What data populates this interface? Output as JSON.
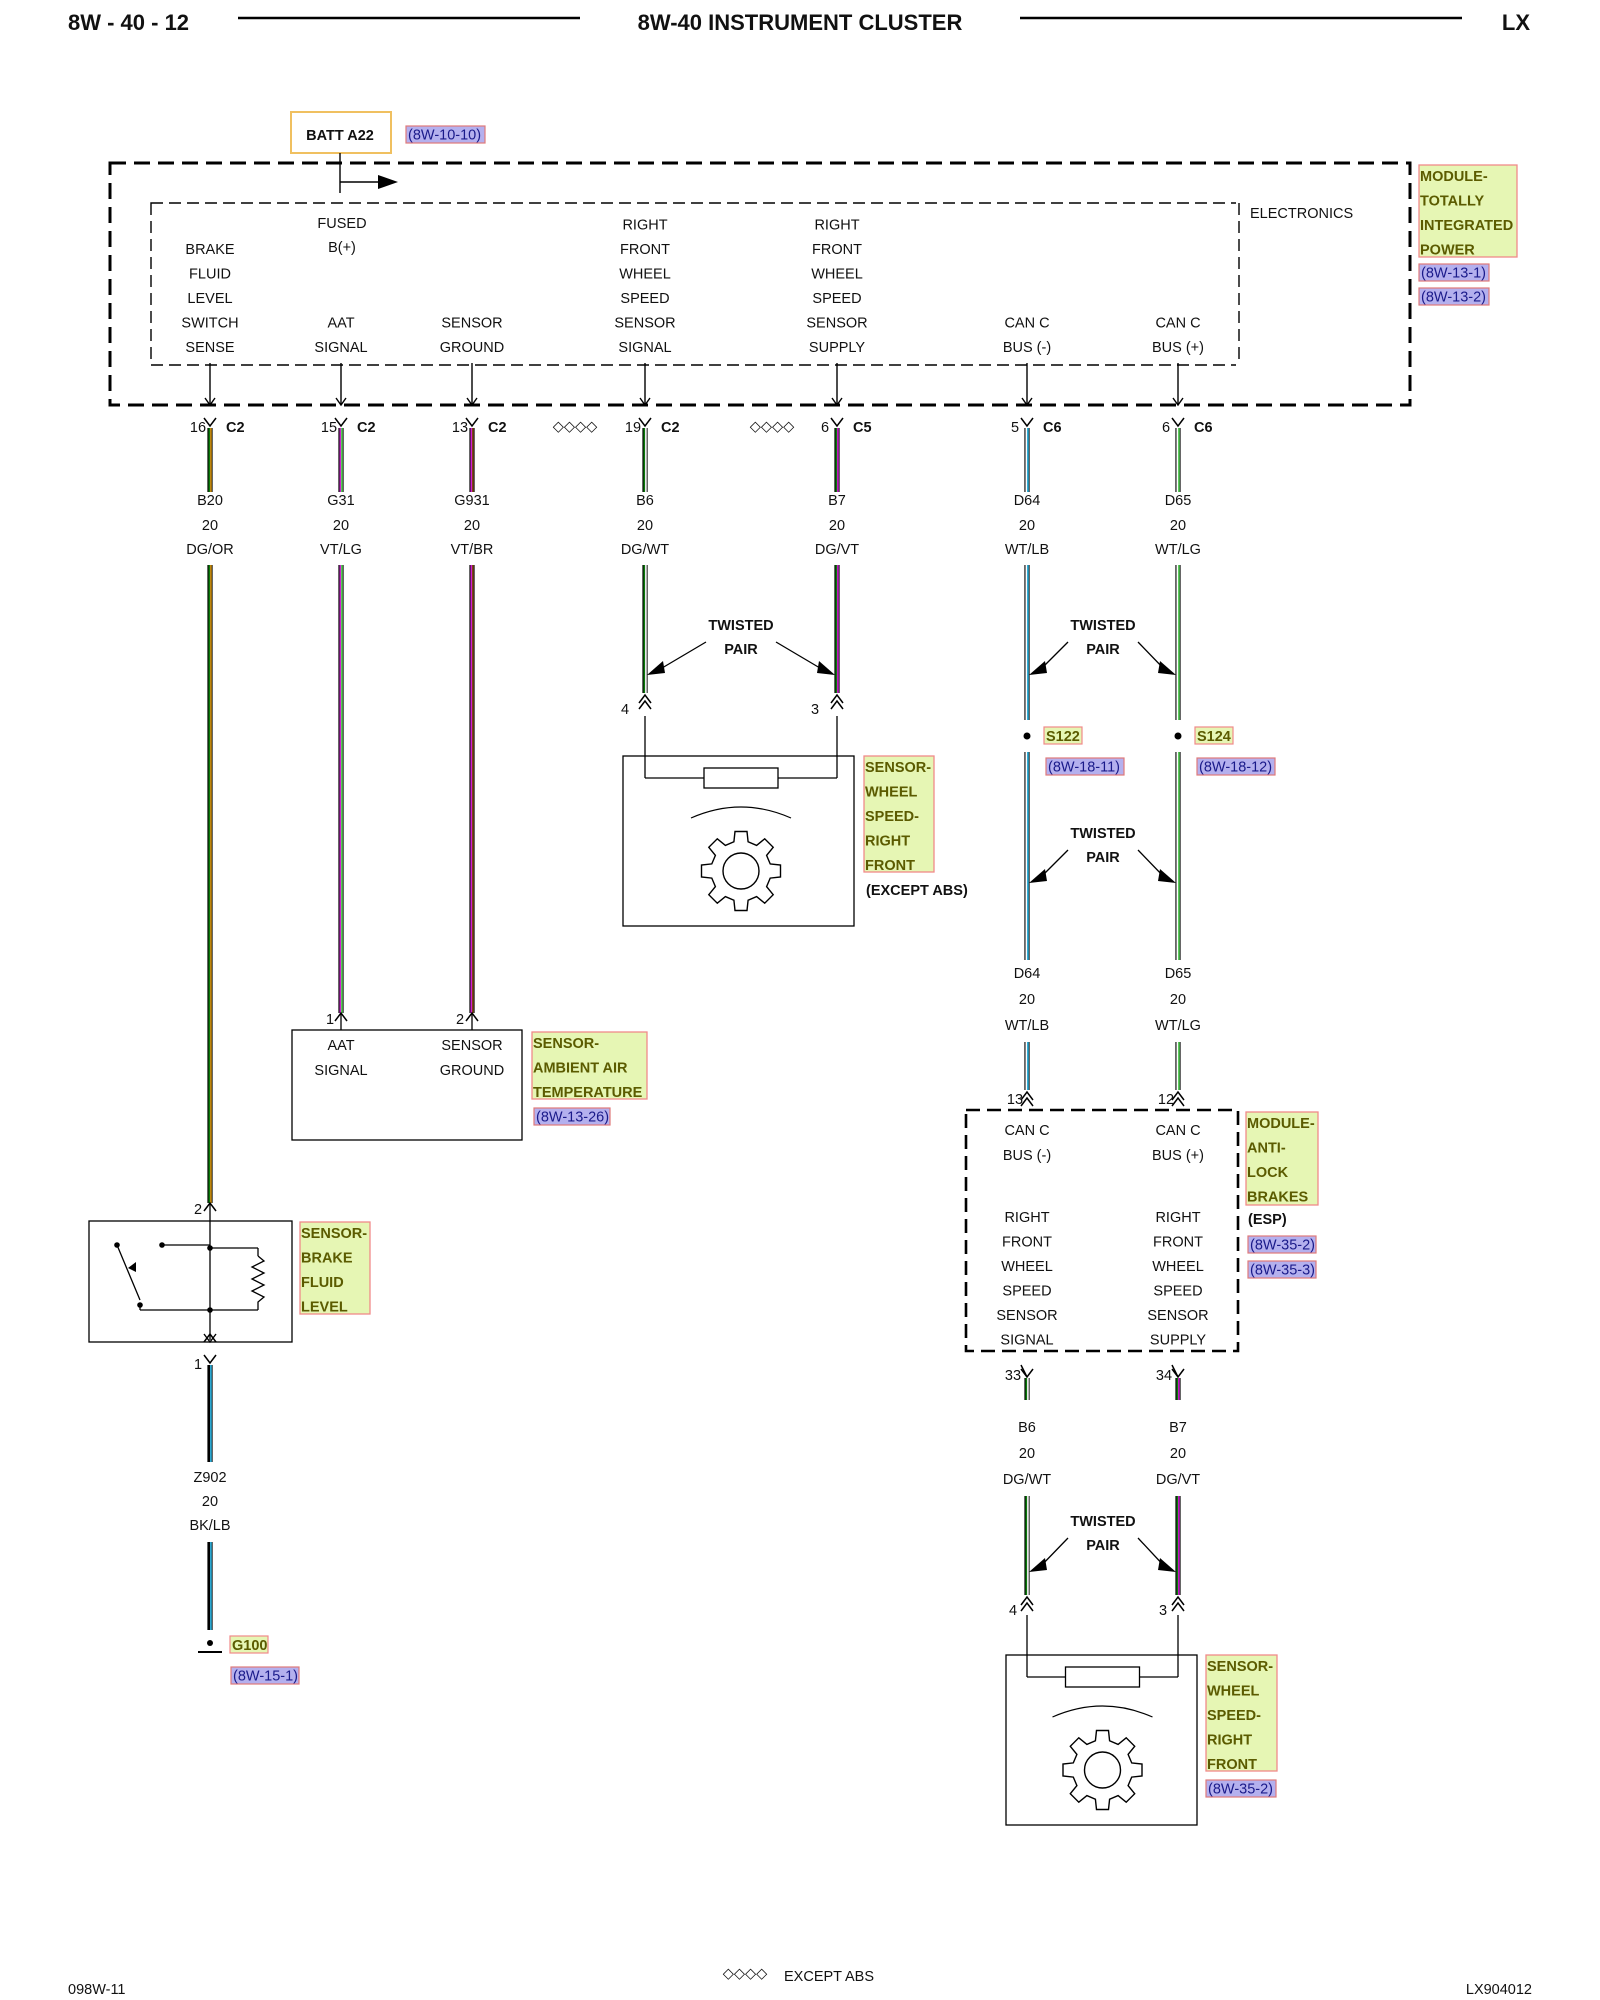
{
  "header": {
    "page_number": "8W - 40 - 12",
    "title": "8W-40 INSTRUMENT CLUSTER",
    "model": "LX"
  },
  "footer": {
    "left_code": "098W-11",
    "legend_symbol": "◇◇◇◇",
    "legend_text": "EXCEPT ABS",
    "right_code": "LX904012"
  },
  "colors": {
    "label_fill": "#e6f6b4",
    "label_border": "#f08a8a",
    "ref_fill": "#b4b0ee",
    "ref_border": "#e07a7a",
    "batt_border": "#f0c060"
  },
  "batt": {
    "label": "BATT A22",
    "ref": "(8W-10-10)"
  },
  "itpm": {
    "section": "ELECTRONICS",
    "name": [
      "MODULE-",
      "TOTALLY",
      "INTEGRATED",
      "POWER"
    ],
    "refs": [
      "(8W-13-1)",
      "(8W-13-2)"
    ],
    "fused": [
      "FUSED",
      "B(+)"
    ],
    "pins": [
      {
        "lines": [
          "BRAKE",
          "FLUID",
          "LEVEL",
          "SWITCH",
          "SENSE"
        ],
        "cav": "16",
        "conn": "C2"
      },
      {
        "lines": [
          "AAT",
          "SIGNAL"
        ],
        "cav": "15",
        "conn": "C2"
      },
      {
        "lines": [
          "SENSOR",
          "GROUND"
        ],
        "cav": "13",
        "conn": "C2"
      },
      {
        "lines": [
          "RIGHT",
          "FRONT",
          "WHEEL",
          "SPEED",
          "SENSOR",
          "SIGNAL"
        ],
        "cav": "19",
        "conn": "C2"
      },
      {
        "lines": [
          "RIGHT",
          "FRONT",
          "WHEEL",
          "SPEED",
          "SENSOR",
          "SUPPLY"
        ],
        "cav": "6",
        "conn": "C5"
      },
      {
        "lines": [
          "CAN C",
          "BUS (-)"
        ],
        "cav": "5",
        "conn": "C6"
      },
      {
        "lines": [
          "CAN C",
          "BUS (+)"
        ],
        "cav": "6",
        "conn": "C6"
      }
    ],
    "except_abs_mark": "◇◇◇◇"
  },
  "wires": [
    {
      "circuit": "B20",
      "gauge": "20",
      "color": "DG/OR"
    },
    {
      "circuit": "G31",
      "gauge": "20",
      "color": "VT/LG"
    },
    {
      "circuit": "G931",
      "gauge": "20",
      "color": "VT/BR"
    },
    {
      "circuit": "B6",
      "gauge": "20",
      "color": "DG/WT"
    },
    {
      "circuit": "B7",
      "gauge": "20",
      "color": "DG/VT"
    },
    {
      "circuit": "D64",
      "gauge": "20",
      "color": "WT/LB"
    },
    {
      "circuit": "D65",
      "gauge": "20",
      "color": "WT/LG"
    }
  ],
  "twisted_pair": [
    "TWISTED",
    "PAIR"
  ],
  "wss_upper": {
    "pins": [
      "4",
      "3"
    ],
    "name": [
      "SENSOR-",
      "WHEEL",
      "SPEED-",
      "RIGHT",
      "FRONT"
    ],
    "note": "(EXCEPT ABS)"
  },
  "splices": [
    {
      "id": "S122",
      "ref": "(8W-18-11)"
    },
    {
      "id": "S124",
      "ref": "(8W-18-12)"
    }
  ],
  "can_lower": [
    {
      "circuit": "D64",
      "gauge": "20",
      "color": "WT/LB",
      "pin": "13"
    },
    {
      "circuit": "D65",
      "gauge": "20",
      "color": "WT/LG",
      "pin": "12"
    }
  ],
  "aat_sensor": {
    "pins": [
      "1",
      "2"
    ],
    "cells": [
      [
        "AAT",
        "SIGNAL"
      ],
      [
        "SENSOR",
        "GROUND"
      ]
    ],
    "name": [
      "SENSOR-",
      "AMBIENT AIR",
      "TEMPERATURE"
    ],
    "ref": "(8W-13-26)"
  },
  "abs": {
    "name": [
      "MODULE-",
      "ANTI-",
      "LOCK",
      "BRAKES"
    ],
    "note": "(ESP)",
    "refs": [
      "(8W-35-2)",
      "(8W-35-3)"
    ],
    "can": [
      [
        "CAN C",
        "BUS (-)"
      ],
      [
        "CAN C",
        "BUS (+)"
      ]
    ],
    "wss": [
      [
        "RIGHT",
        "FRONT",
        "WHEEL",
        "SPEED",
        "SENSOR",
        "SIGNAL"
      ],
      [
        "RIGHT",
        "FRONT",
        "WHEEL",
        "SPEED",
        "SENSOR",
        "SUPPLY"
      ]
    ],
    "out_pins": [
      "33",
      "34"
    ]
  },
  "abs_wires": [
    {
      "circuit": "B6",
      "gauge": "20",
      "color": "DG/WT"
    },
    {
      "circuit": "B7",
      "gauge": "20",
      "color": "DG/VT"
    }
  ],
  "wss_lower": {
    "pins": [
      "4",
      "3"
    ],
    "name": [
      "SENSOR-",
      "WHEEL",
      "SPEED-",
      "RIGHT",
      "FRONT"
    ],
    "ref": "(8W-35-2)"
  },
  "brake_fluid": {
    "pins": [
      "2",
      "1"
    ],
    "name": [
      "SENSOR-",
      "BRAKE",
      "FLUID",
      "LEVEL"
    ]
  },
  "ground_wire": {
    "circuit": "Z902",
    "gauge": "20",
    "color": "BK/LB"
  },
  "ground": {
    "id": "G100",
    "ref": "(8W-15-1)"
  }
}
